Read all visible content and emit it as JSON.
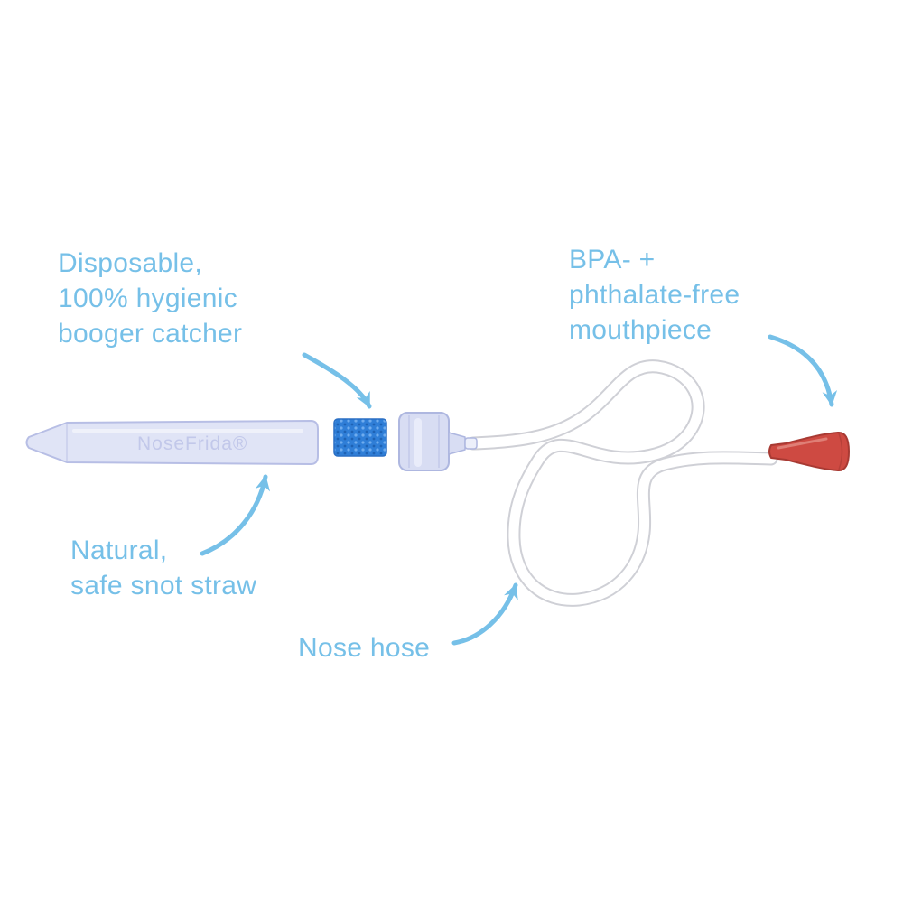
{
  "page": {
    "background": "#ffffff"
  },
  "colors": {
    "page_bg": "#ffffff",
    "accent": "#76c0e8",
    "tube_fill": "#e0e4f6",
    "tube_stroke": "#b7bee5",
    "tube_highlight": "#f1f3fb",
    "tube_text": "#c2c8ea",
    "cap_fill": "#d8ddf3",
    "cap_stroke": "#aeb7e0",
    "cap_highlight": "#eceffa",
    "foam": "#2f7ed7",
    "foam_dot": "#6facee",
    "foam_dark": "#1e62b4",
    "foam_stroke": "#2a6fc4",
    "hose_outline": "#cfd0d6",
    "hose_fill": "#ffffff",
    "mouthpiece_red": "#ce4a42",
    "mouthpiece_dark": "#a83a33",
    "mouthpiece_highlight": "#e2887f"
  },
  "labels": {
    "booger_catcher": "Disposable,\n100% hygienic\nbooger catcher",
    "mouthpiece": "BPA- +\nphthalate-free\nmouthpiece",
    "snot_straw": "Natural,\nsafe snot straw",
    "nose_hose": "Nose hose"
  },
  "product": {
    "straw_brand": "NoseFrida®"
  }
}
